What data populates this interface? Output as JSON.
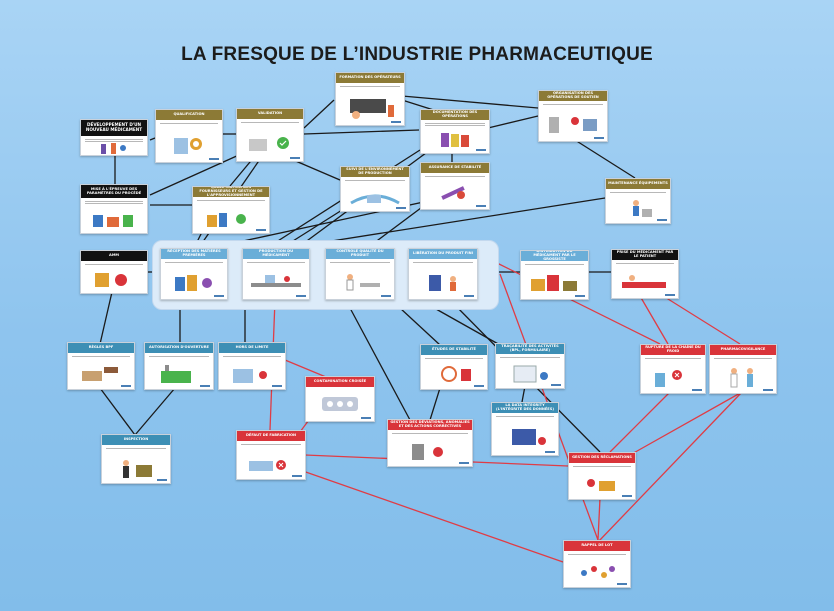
{
  "title": "LA FRESQUE DE L’INDUSTRIE PHARMACEUTIQUE",
  "cards": {
    "developpement": "DÉVELOPPEMENT D'UN NOUVEAU MÉDICAMENT",
    "qualification": "QUALIFICATION",
    "validation": "VALIDATION",
    "formation": "FORMATION DES OPÉRATEURS",
    "documentation": "DOCUMENTATION DES OPÉRATIONS",
    "organisation": "ORGANISATION DES OPÉRATIONS DE SOUTIEN",
    "mise_epreuve": "MISE À L'ÉPREUVE DES PARAMÈTRES DU PROCÉDÉ",
    "qualif_fournisseurs": "QUALIFICATION DES FOURNISSEURS ET GESTION DE L'APPROVISIONNEMENT",
    "suivi_env": "SUIVI DE L'ENVIRONNEMENT DE PRODUCTION",
    "assurance": "ASSURANCE DE STABILITÉ",
    "equipements": "MAINTENANCE ÉQUIPEMENTS",
    "amm": "AMM",
    "reception": "RÉCEPTION DES MATIÈRES PREMIÈRES",
    "production": "PRODUCTION DU MÉDICAMENT",
    "controle": "CONTRÔLE QUALITÉ DU PRODUIT",
    "liberation": "LIBÉRATION DU PRODUIT FINI",
    "distribution": "DISTRIBUTION DU MÉDICAMENT PAR LE GROSSISTE",
    "prise": "PRISE DU MÉDICAMENT PAR LE PATIENT",
    "regles": "RÈGLES BPF",
    "autorisation": "AUTORISATION D'OUVERTURE",
    "hors_limite": "HORS DE LIMITE",
    "etudes": "ÉTUDES DE STABILITÉ",
    "tracabilite": "TRAÇABILITÉ DES ACTIVITÉS (BPL, FORMULAIRE)",
    "rupture": "RUPTURE DE LA CHAÎNE DU FROID",
    "vigilance": "PHARMACOVIGILANCE",
    "contamination": "CONTAMINATION CROISÉE",
    "defaut": "DÉFAUT DE FABRICATION",
    "deviation": "GESTION DES DÉVIATIONS, ANOMALIES ET DES ACTIONS CORRECTIVES",
    "integrite": "LA DATA INTEGRITY (L'INTÉGRITÉ DES DONNÉES)",
    "reclamations": "GESTION DES RÉCLAMATIONS",
    "inspection": "INSPECTION",
    "rappel": "RAPPEL DE LOT"
  },
  "colors": {
    "black_link": "#1a1a1a",
    "red_link": "#e03c45",
    "background": "#93c7ef"
  }
}
